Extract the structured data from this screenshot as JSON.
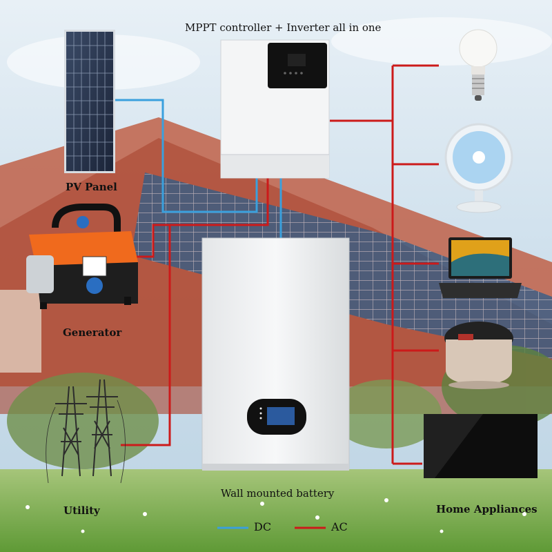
{
  "title": "MPPT controller + Inverter all in one",
  "labels": {
    "pv_panel": "PV Panel",
    "generator": "Generator",
    "utility": "Utility",
    "battery": "Wall mounted battery",
    "home_appliances": "Home Appliances"
  },
  "legend": {
    "dc": "DC",
    "ac": "AC"
  },
  "colors": {
    "dc": "#3aa0dd",
    "ac": "#cc1a1a",
    "roof": "#b8503a",
    "sky": "#cfe0ee",
    "grass": "#7fae4a"
  },
  "icons": [
    "solar-panel-icon",
    "inverter-icon",
    "generator-icon",
    "pylon-icon",
    "battery-icon",
    "bulb-icon",
    "fan-icon",
    "laptop-icon",
    "rice-cooker-icon",
    "tv-icon"
  ]
}
